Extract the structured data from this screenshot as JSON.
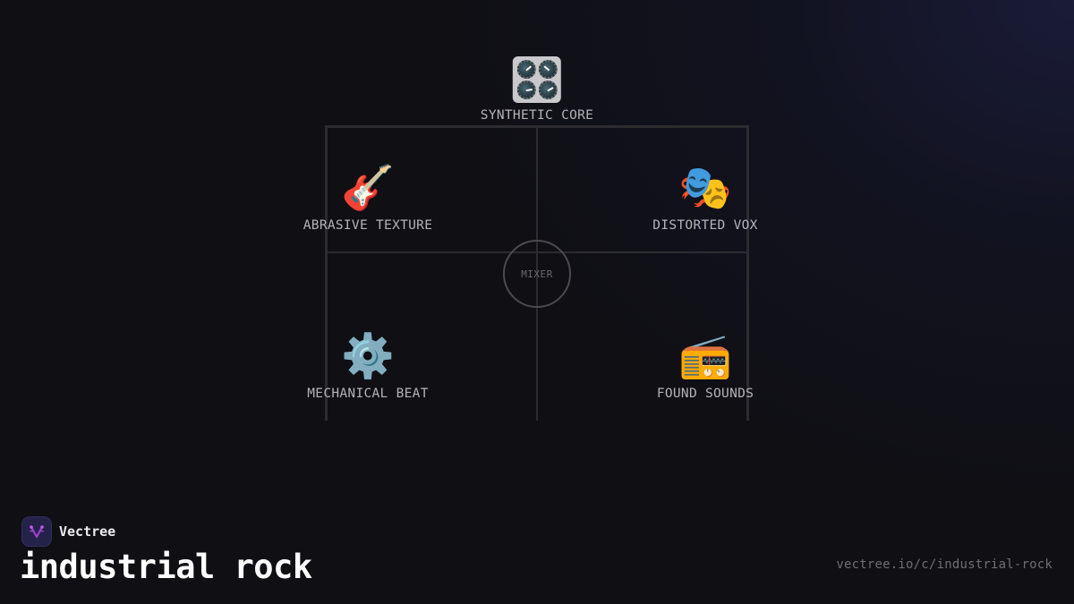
{
  "diagram": {
    "center": {
      "label": "MIXER"
    },
    "nodes": [
      {
        "id": "synthetic-core",
        "label": "SYNTHETIC CORE",
        "icon": "control-knobs-icon",
        "glyph": "🎛️",
        "position": "top"
      },
      {
        "id": "abrasive-texture",
        "label": "ABRASIVE TEXTURE",
        "icon": "guitar-icon",
        "glyph": "🎸",
        "position": "upper-left"
      },
      {
        "id": "distorted-vox",
        "label": "DISTORTED VOX",
        "icon": "theater-masks-icon",
        "glyph": "🎭",
        "position": "upper-right"
      },
      {
        "id": "mechanical-beat",
        "label": "MECHANICAL BEAT",
        "icon": "gear-icon",
        "glyph": "⚙️",
        "position": "lower-left"
      },
      {
        "id": "found-sounds",
        "label": "FOUND SOUNDS",
        "icon": "radio-icon",
        "glyph": "📻",
        "position": "lower-right"
      }
    ],
    "line_color": "#2c2c30",
    "circle_color": "#4a4a50"
  },
  "brand": {
    "name": "Vectree",
    "logo_bg": "#25224a",
    "logo_accent": "#b048d8"
  },
  "page": {
    "title": "industrial rock",
    "url": "vectree.io/c/industrial-rock"
  },
  "colors": {
    "background": "#0f0f14",
    "glow": "#1c1e3e",
    "label": "#b4b4b8",
    "url": "#6e6e74",
    "title": "#ffffff"
  }
}
